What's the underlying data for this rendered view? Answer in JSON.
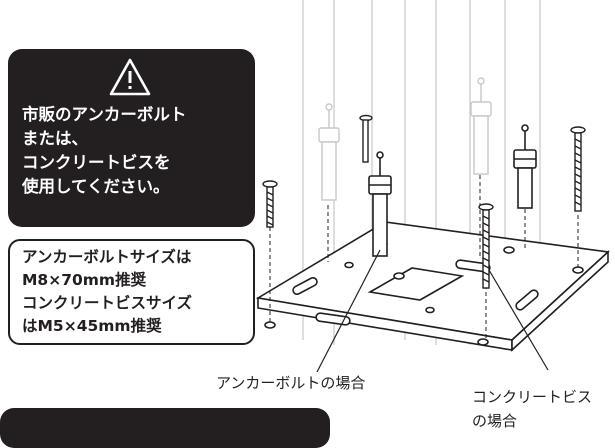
{
  "warning": {
    "icon": "warning-triangle-icon",
    "lines": [
      "市販のアンカーボルト",
      "または、",
      "コンクリートビスを",
      "使用してください。"
    ]
  },
  "sizes": {
    "lines": [
      "アンカーボルトサイズは",
      "M8×70mm推奨",
      "コンクリートビスサイズ",
      "はM5×45mm推奨"
    ]
  },
  "captions": {
    "anchor_bolt": "アンカーボルトの場合",
    "concrete_screw_line1": "コンクリートビス",
    "concrete_screw_line2": "の場合"
  },
  "colors": {
    "dark": "#231f20",
    "light": "#ffffff",
    "faded": "#c8c8c8"
  }
}
